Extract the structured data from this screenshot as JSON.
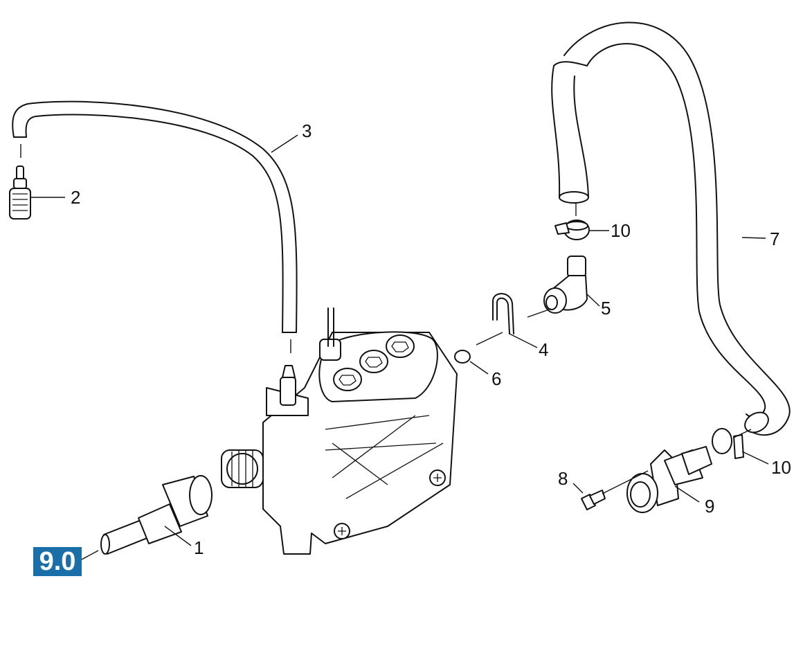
{
  "section": {
    "badge": "9.0",
    "badge_color": "#1a6fa8"
  },
  "callouts": [
    {
      "id": "c1",
      "number": "1"
    },
    {
      "id": "c2",
      "number": "2"
    },
    {
      "id": "c3",
      "number": "3"
    },
    {
      "id": "c4",
      "number": "4"
    },
    {
      "id": "c5",
      "number": "5"
    },
    {
      "id": "c6",
      "number": "6"
    },
    {
      "id": "c7",
      "number": "7"
    },
    {
      "id": "c8",
      "number": "8"
    },
    {
      "id": "c9",
      "number": "9"
    },
    {
      "id": "c10a",
      "number": "10"
    },
    {
      "id": "c10b",
      "number": "10"
    }
  ]
}
